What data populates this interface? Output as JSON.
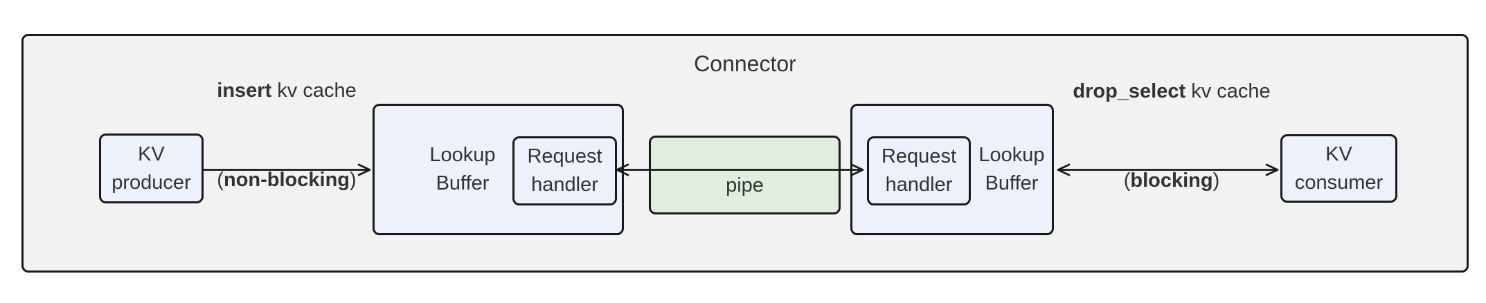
{
  "colors": {
    "canvas_bg": "#ffffff",
    "outer_fill": "#f2f2f2",
    "node_fill": "#edf1fb",
    "pipe_fill": "#dfeedf",
    "border": "#1a1a1a",
    "arrow": "#1a1a1a",
    "text": "#333333"
  },
  "connector": {
    "title": "Connector"
  },
  "nodes": {
    "kv_producer": {
      "line1": "KV",
      "line2": "producer"
    },
    "lookup_buffer_left": {
      "line1": "Lookup",
      "line2": "Buffer"
    },
    "request_handler_left": {
      "line1": "Request",
      "line2": "handler"
    },
    "pipe": {
      "label": "pipe"
    },
    "request_handler_right": {
      "line1": "Request",
      "line2": "handler"
    },
    "lookup_buffer_right": {
      "line1": "Lookup",
      "line2": "Buffer"
    },
    "kv_consumer": {
      "line1": "KV",
      "line2": "consumer"
    }
  },
  "edges": {
    "insert": {
      "bold1": "insert",
      "rest1": " kv cache",
      "open2": "(",
      "bold2": "non-blocking",
      "close2": ")",
      "direction": "right"
    },
    "pipe_link": {
      "direction": "both"
    },
    "drop_select": {
      "bold1": "drop_select",
      "rest1": " kv cache",
      "open2": "(",
      "bold2": "blocking",
      "close2": ")",
      "direction": "both"
    }
  }
}
